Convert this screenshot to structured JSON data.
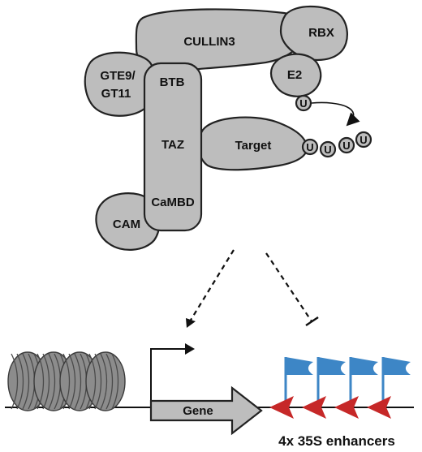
{
  "colors": {
    "protein_fill": "#bdbdbd",
    "outline": "#222222",
    "flag_blue": "#3d86c6",
    "chevron_red": "#c62828",
    "nucleosome": "#8c8c8c"
  },
  "complex": {
    "cullin": "CULLIN3",
    "rbx": "RBX",
    "e2": "E2",
    "gte": "GTE9/\nGT11",
    "gte_line1": "GTE9/",
    "gte_line2": "GT11",
    "btb": "BTB",
    "taz": "TAZ",
    "target": "Target",
    "cambd": "CaMBD",
    "cam": "CAM",
    "ubiquitin": "U"
  },
  "gene_track": {
    "gene_label": "Gene",
    "enhancer_label": "4x 35S enhancers",
    "enhancer_count": 4,
    "nucleosome_count": 4
  },
  "regulation": {
    "left_arrow": "activation",
    "right_arrow": "repression"
  }
}
